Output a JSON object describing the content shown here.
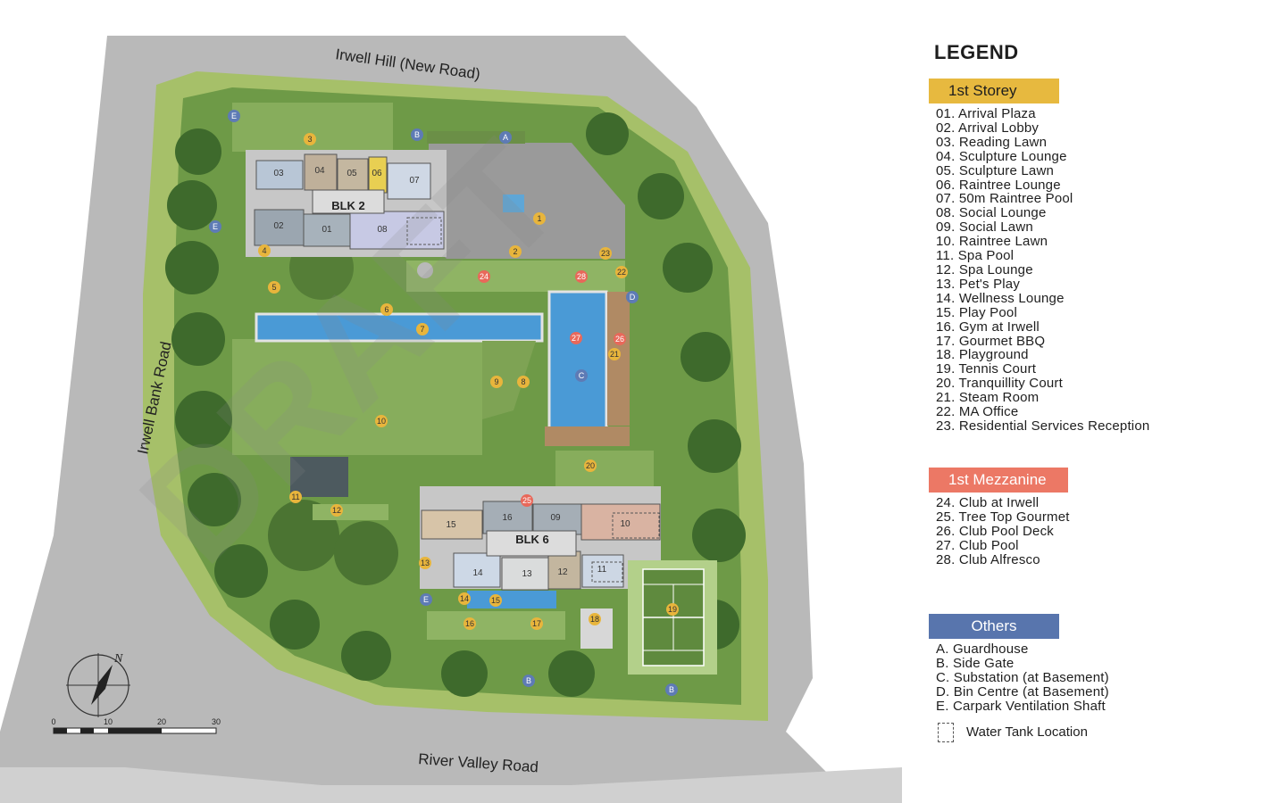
{
  "streets": {
    "north": "Irwell Hill (New Road)",
    "west": "Irwell  Bank  Road",
    "south": "River Valley Road"
  },
  "watermark": "DRAFT",
  "blocks": {
    "blk2": "BLK 2",
    "blk6": "BLK 6"
  },
  "blk2_units": [
    "03",
    "04",
    "05",
    "06",
    "07",
    "02",
    "01",
    "08"
  ],
  "blk6_units": [
    "15",
    "16",
    "09",
    "10",
    "14",
    "13",
    "12",
    "11"
  ],
  "markers": {
    "yellow": [
      "1",
      "2",
      "3",
      "4",
      "5",
      "6",
      "7",
      "8",
      "9",
      "10",
      "11",
      "12",
      "13",
      "14",
      "15",
      "16",
      "17",
      "18",
      "19",
      "20",
      "21",
      "22",
      "23"
    ],
    "red": [
      "24",
      "25",
      "26",
      "27",
      "28"
    ],
    "blue": [
      "A",
      "B",
      "B",
      "B",
      "C",
      "D",
      "E",
      "E",
      "E"
    ]
  },
  "compass": {
    "north": "N"
  },
  "scale": {
    "ticks": [
      "0",
      "10",
      "20",
      "30"
    ]
  },
  "legend": {
    "title": "LEGEND",
    "first_storey": {
      "heading": "1st Storey",
      "items": [
        "01. Arrival Plaza",
        "02. Arrival Lobby",
        "03. Reading Lawn",
        "04. Sculpture Lounge",
        "05. Sculpture Lawn",
        "06. Raintree Lounge",
        "07. 50m Raintree Pool",
        "08. Social Lounge",
        "09. Social Lawn",
        "10. Raintree Lawn",
        "11. Spa Pool",
        "12. Spa Lounge",
        "13. Pet's Play",
        "14. Wellness Lounge",
        "15. Play Pool",
        "16. Gym at Irwell",
        "17. Gourmet BBQ",
        "18. Playground",
        "19. Tennis Court",
        "20. Tranquillity Court",
        "21. Steam Room",
        "22. MA Office",
        "23. Residential Services Reception"
      ]
    },
    "first_mezzanine": {
      "heading": "1st Mezzanine",
      "items": [
        "24. Club at Irwell",
        "25. Tree Top Gourmet",
        "26. Club Pool Deck",
        "27. Club Pool",
        "28. Club Alfresco"
      ]
    },
    "others": {
      "heading": "Others",
      "items": [
        "A. Guardhouse",
        "B. Side Gate",
        "C. Substation (at Basement)",
        "D. Bin Centre (at Basement)",
        "E. Carpark Ventilation Shaft"
      ]
    },
    "water_tank": "Water Tank Location"
  }
}
